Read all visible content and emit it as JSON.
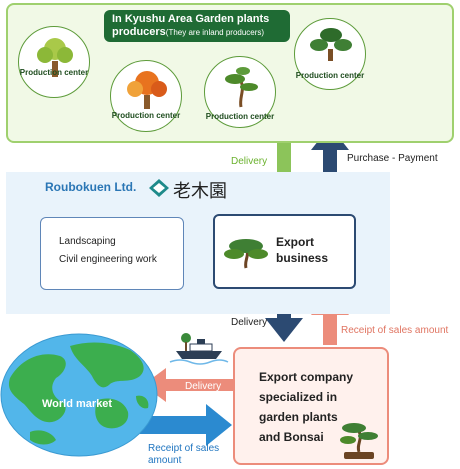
{
  "kyushu": {
    "title_main": "In Kyushu Area  Garden plants producers",
    "title_sub": "(They are inland producers)",
    "centers": [
      "Production center",
      "Production center",
      "Production center",
      "Production center"
    ]
  },
  "company": {
    "name": "Roubokuen Ltd.",
    "kanji": "老木園"
  },
  "landscaping": {
    "line1": "Landscaping",
    "line2": "Civil engineering work"
  },
  "export_business": {
    "line1": "Export",
    "line2": "business"
  },
  "exporter": {
    "line1": "Export company",
    "line2": "specialized in",
    "line3": "garden plants",
    "line4": "and Bonsai"
  },
  "world": {
    "label": "World market"
  },
  "flows": {
    "delivery_1": "Delivery",
    "purchase": "Purchase - Payment",
    "delivery_2": "Delivery",
    "receipt_1": "Receipt of sales amount",
    "delivery_3": "Delivery",
    "receipt_2_line1": "Receipt of sales",
    "receipt_2_line2": "amount"
  },
  "colors": {
    "green_arrow": "#8cc45a",
    "navy_arrow": "#2c4a72",
    "pink_arrow": "#ec8c7b",
    "blue_arrow": "#2b8ad0",
    "title_bg": "#1f6b34"
  },
  "icons": [
    "tree-icon",
    "bonsai-icon",
    "ship-icon",
    "globe-icon",
    "company-logo-icon"
  ]
}
